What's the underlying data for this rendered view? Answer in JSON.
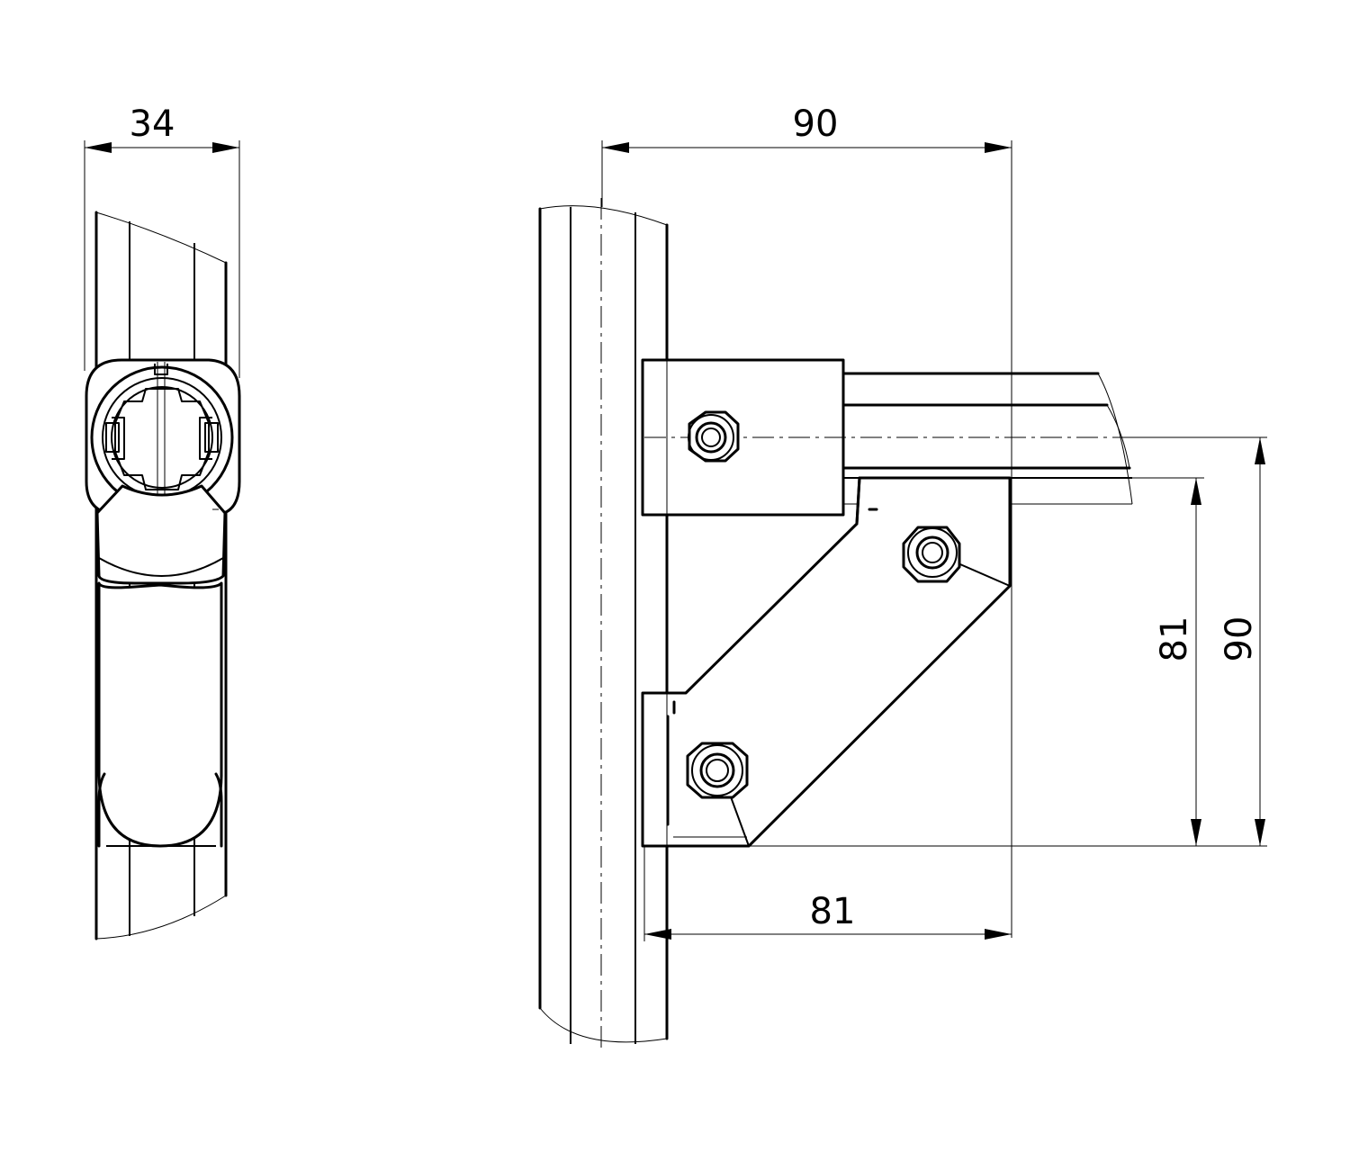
{
  "drawing": {
    "dimensions": {
      "side_width": "34",
      "front_width": "90",
      "front_offset": "81",
      "height_inner": "81",
      "height_outer": "90"
    },
    "colors": {
      "line": "#000000",
      "background": "#ffffff"
    }
  }
}
